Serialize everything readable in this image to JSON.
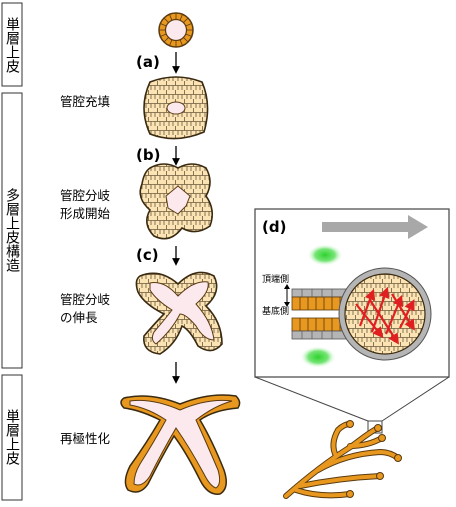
{
  "side_labels": {
    "top": "単層上皮",
    "middle": "多層上皮構造",
    "bottom": "単層上皮"
  },
  "panels": {
    "a": "(a)",
    "b": "(b)",
    "c": "(c)",
    "d": "(d)"
  },
  "stages": {
    "lumen_filling": "管腔充填",
    "branch_start_1": "管腔分岐",
    "branch_start_2": "形成開始",
    "branch_extend_1": "管腔分岐",
    "branch_extend_2": "の伸長",
    "repolarization": "再極性化"
  },
  "inset": {
    "apical": "頂端側",
    "basal": "基底側"
  },
  "colors": {
    "cell_fill": "#fbe3b4",
    "orange": "#e8981e",
    "lumen": "#fbe9ee",
    "gray_cell": "#b5b5b5",
    "green": "#3ccf3c",
    "red_arrow": "#e02020",
    "big_arrow": "#a8a8a8"
  }
}
